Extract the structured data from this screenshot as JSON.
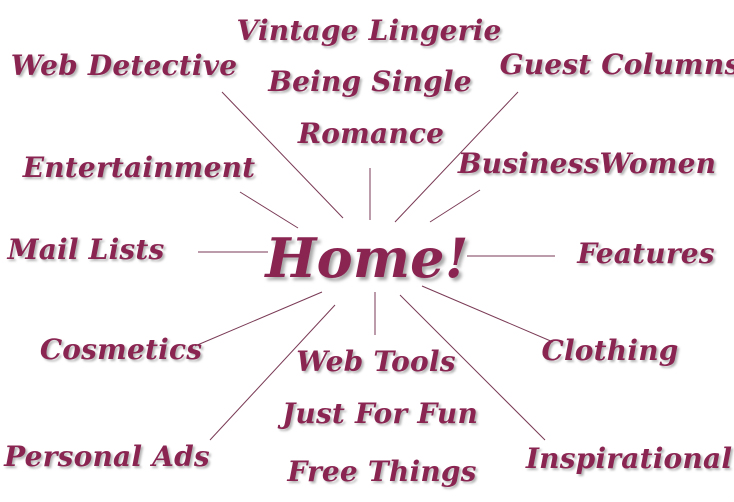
{
  "map": {
    "home": "Home!",
    "links": {
      "vintage": "Vintage Lingerie",
      "single": "Being Single",
      "romance": "Romance",
      "detective": "Web Detective",
      "guest": "Guest Columns",
      "entertainment": "Entertainment",
      "business": "BusinessWomen",
      "mail": "Mail Lists",
      "features": "Features",
      "cosmetics": "Cosmetics",
      "clothing": "Clothing",
      "webtools": "Web Tools",
      "fun": "Just For Fun",
      "free": "Free Things",
      "personal": "Personal Ads",
      "inspirational": "Inspirational"
    }
  },
  "colors": {
    "text": "#8a2552",
    "lines": "#7a3a55",
    "background": "#ffffff"
  }
}
